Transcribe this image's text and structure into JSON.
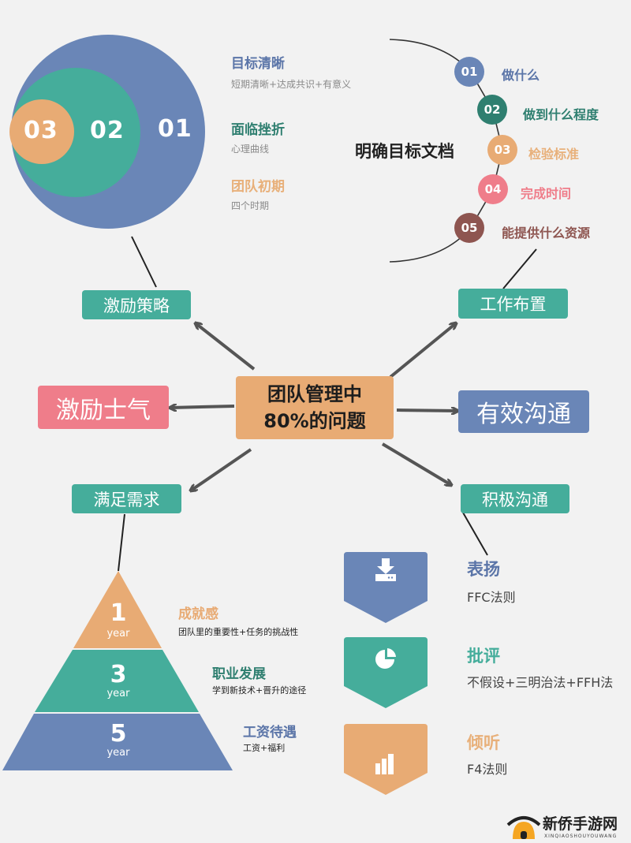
{
  "venn": {
    "circles": [
      {
        "label": "01",
        "color": "#6a86b7"
      },
      {
        "label": "02",
        "color": "#45ad9b"
      },
      {
        "label": "03",
        "color": "#e8ab74"
      }
    ],
    "items": [
      {
        "title": "目标清晰",
        "subtitle": "短期清晰+达成共识+有意义",
        "color": "#5b75a8"
      },
      {
        "title": "面临挫折",
        "subtitle": "心理曲线",
        "color": "#2f7f70"
      },
      {
        "title": "团队初期",
        "subtitle": "四个时期",
        "color": "#e8b07a"
      }
    ]
  },
  "goal_doc": {
    "title": "明确目标文档",
    "steps": [
      {
        "num": "01",
        "label": "做什么",
        "color": "#6a86b7"
      },
      {
        "num": "02",
        "label": "做到什么程度",
        "color": "#2f7f70"
      },
      {
        "num": "03",
        "label": "检验标准",
        "color": "#e8ab74"
      },
      {
        "num": "04",
        "label": "完成时间",
        "color": "#ef7d8a"
      },
      {
        "num": "05",
        "label": "能提供什么资源",
        "color": "#8e5550"
      }
    ]
  },
  "center": {
    "line1": "团队管理中",
    "line2": "80%的问题",
    "color": "#e8ab74"
  },
  "nodes": {
    "incentive_strategy": "激励策略",
    "work_assignment": "工作布置",
    "boost_morale": "激励士气",
    "effective_communication": "有效沟通",
    "meet_needs": "满足需求",
    "positive_communication": "积极沟通"
  },
  "pyramid": {
    "levels": [
      {
        "num": "1",
        "unit": "year",
        "title": "成就感",
        "subtitle": "团队里的重要性+任务的挑战性",
        "color": "#e8ab74",
        "title_color": "#e8ab74"
      },
      {
        "num": "3",
        "unit": "year",
        "title": "职业发展",
        "subtitle": "学到新技术+晋升的途径",
        "color": "#45ad9b",
        "title_color": "#2f7f70"
      },
      {
        "num": "5",
        "unit": "year",
        "title": "工资待遇",
        "subtitle": "工资+福利",
        "color": "#6a86b7",
        "title_color": "#5b75a8"
      }
    ]
  },
  "communication": [
    {
      "title": "表扬",
      "subtitle": "FFC法则",
      "icon": "download-tray-icon",
      "color": "#6a86b7",
      "title_color": "#5b75a8"
    },
    {
      "title": "批评",
      "subtitle": "不假设+三明治法+FFH法",
      "icon": "pie-chart-icon",
      "color": "#45ad9b",
      "title_color": "#45ad9b"
    },
    {
      "title": "倾听",
      "subtitle": "F4法则",
      "icon": "bar-chart-icon",
      "color": "#e8ab74",
      "title_color": "#e8b07a"
    }
  ],
  "watermark": {
    "name": "新侨手游网",
    "pinyin": "XINQIAOSHOUYOUWANG"
  }
}
